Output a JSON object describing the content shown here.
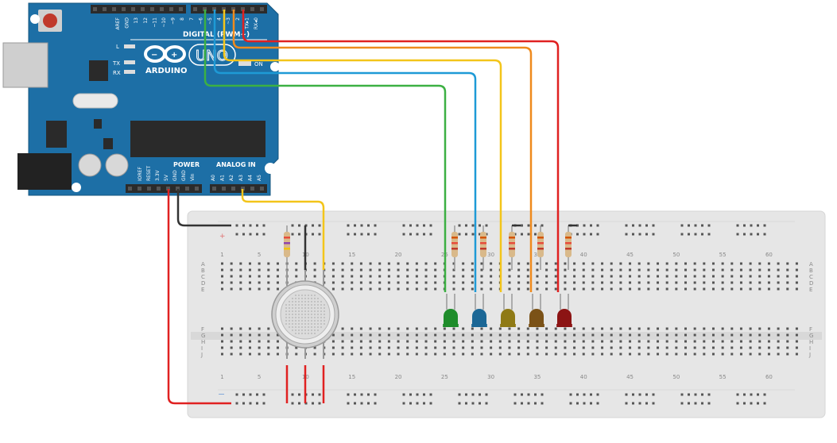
{
  "arduino": {
    "brand": "ARDUINO",
    "model": "UNO",
    "digital_label": "DIGITAL (PWM~)",
    "analog_label": "ANALOG IN",
    "power_label": "POWER",
    "on_label": "ON",
    "l_label": "L",
    "tx_label": "TX",
    "rx_label": "RX",
    "digital_pins": [
      "AREF",
      "GND",
      "13",
      "12",
      "~11",
      "~10",
      "~9",
      "8",
      "7",
      "~6",
      "~5",
      "4",
      "~3",
      "2",
      "TX▸1",
      "RX◂0"
    ],
    "power_pins": [
      "IOREF",
      "RESET",
      "3.3V",
      "5V",
      "GND",
      "GND",
      "Vin"
    ],
    "analog_pins": [
      "A0",
      "A1",
      "A2",
      "A3",
      "A4",
      "A5"
    ],
    "colors": {
      "board": "#1d6fa6",
      "header": "#2b2b2b",
      "chip": "#2a2a2a"
    }
  },
  "breadboard": {
    "plus_label": "+",
    "minus_label": "−",
    "row_labels": [
      "A",
      "B",
      "C",
      "D",
      "E",
      "F",
      "G",
      "H",
      "I",
      "J"
    ],
    "column_numbers": [
      "1",
      "5",
      "10",
      "15",
      "20",
      "25",
      "30",
      "35",
      "40",
      "45",
      "50",
      "55",
      "60"
    ]
  },
  "components": {
    "leds": [
      {
        "color": "#1e8c2a"
      },
      {
        "color": "#1b6796"
      },
      {
        "color": "#8f7a16"
      },
      {
        "color": "#7b5217"
      },
      {
        "color": "#8c1414"
      }
    ],
    "wire_colors": {
      "green": "#3cb043",
      "blue": "#1e9ad6",
      "yellow": "#f3c51a",
      "orange": "#ef8a1d",
      "red": "#e02121",
      "black": "#333333"
    }
  }
}
